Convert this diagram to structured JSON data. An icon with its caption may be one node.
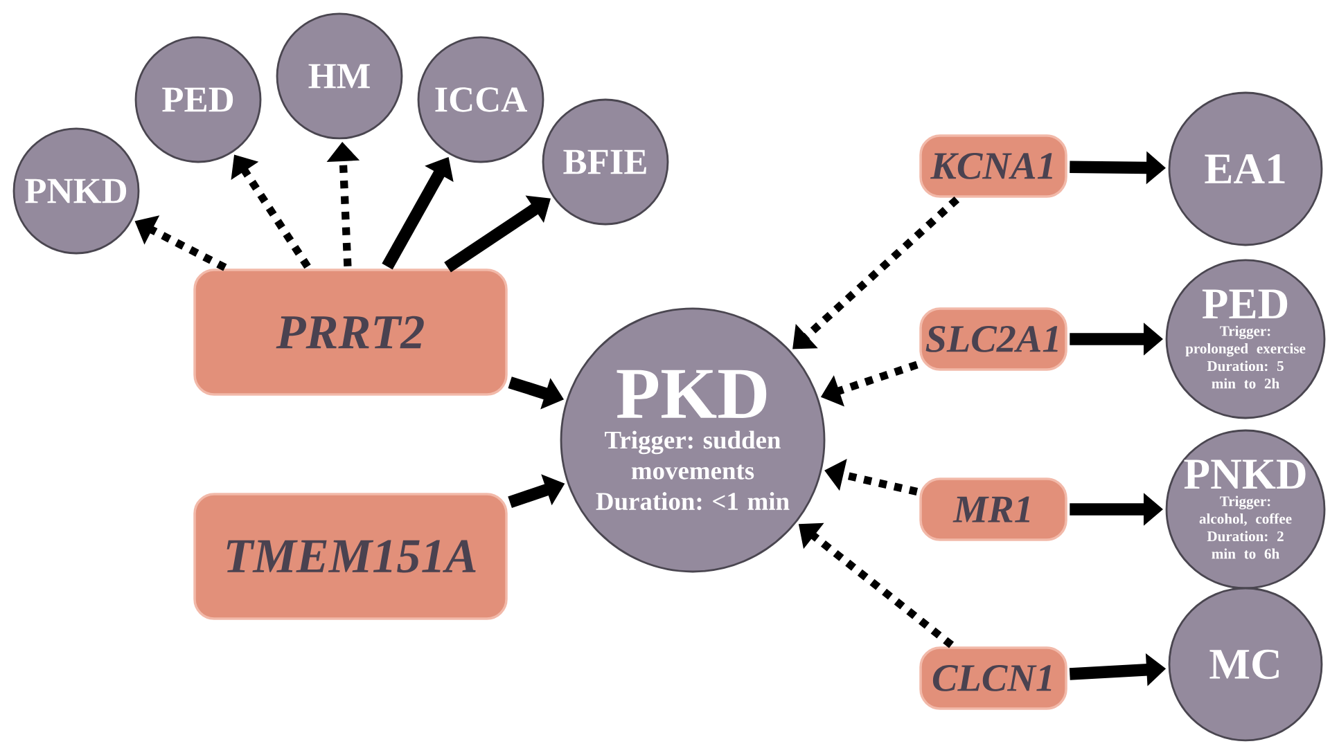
{
  "diagram": {
    "nodes": [
      {
        "text": [
          "PNKD"
        ]
      },
      {
        "text": [
          "PED"
        ]
      },
      {
        "text": [
          "HM"
        ]
      },
      {
        "text": [
          "ICCA"
        ]
      },
      {
        "text": [
          "BFIE"
        ]
      },
      {
        "text": [
          "PRRT2"
        ]
      },
      {
        "text": [
          "TMEM151A"
        ]
      },
      {
        "text": [
          "PKD",
          "Trigger: sudden movements",
          "Duration: <1 min"
        ]
      },
      {
        "text": [
          "KCNA1"
        ]
      },
      {
        "text": [
          "SLC2A1"
        ]
      },
      {
        "text": [
          "MR1"
        ]
      },
      {
        "text": [
          "CLCN1"
        ]
      },
      {
        "text": [
          "EA1"
        ]
      },
      {
        "text": [
          "PED",
          "Trigger: prolonged exercise",
          "Duration: 5 min to 2h"
        ]
      },
      {
        "text": [
          "PNKD",
          "Trigger: alcohol, coffee",
          "Duration: 2 min to 6h"
        ]
      },
      {
        "text": [
          "MC"
        ]
      }
    ],
    "edges": [
      {
        "from": 5,
        "to": 0,
        "arrow": "to",
        "style": "dashed"
      },
      {
        "from": 5,
        "to": 1,
        "arrow": "to",
        "style": "dashed"
      },
      {
        "from": 5,
        "to": 2,
        "arrow": "to",
        "style": "dashed"
      },
      {
        "from": 5,
        "to": 3,
        "arrow": "to"
      },
      {
        "from": 5,
        "to": 4,
        "arrow": "to"
      },
      {
        "from": 5,
        "to": 7,
        "arrow": "to"
      },
      {
        "from": 6,
        "to": 7,
        "arrow": "to"
      },
      {
        "from": 8,
        "to": 7,
        "arrow": "to",
        "style": "dashed"
      },
      {
        "from": 9,
        "to": 7,
        "arrow": "to",
        "style": "dashed"
      },
      {
        "from": 10,
        "to": 7,
        "arrow": "to",
        "style": "dashed"
      },
      {
        "from": 11,
        "to": 7,
        "arrow": "to",
        "style": "dashed"
      },
      {
        "from": 8,
        "to": 12,
        "arrow": "to"
      },
      {
        "from": 9,
        "to": 13,
        "arrow": "to"
      },
      {
        "from": 10,
        "to": 14,
        "arrow": "to"
      },
      {
        "from": 11,
        "to": 15,
        "arrow": "to"
      }
    ]
  }
}
